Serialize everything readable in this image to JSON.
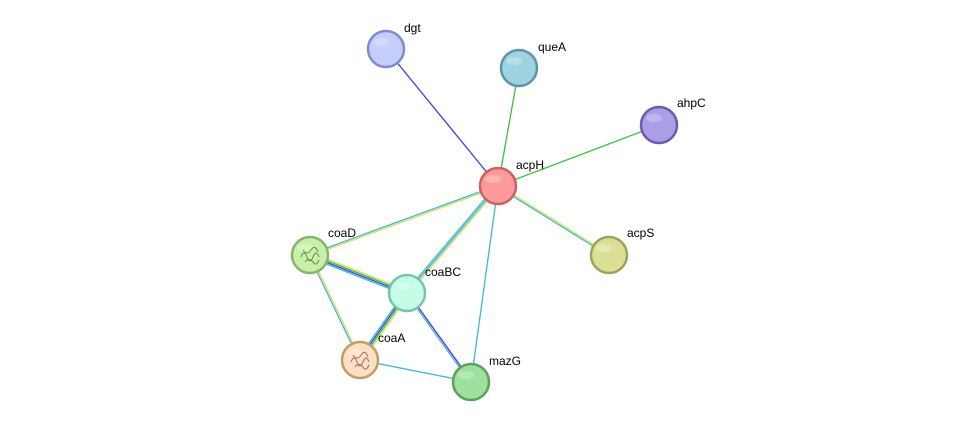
{
  "network": {
    "nodes": [
      {
        "id": "acpH",
        "label": "acpH",
        "fill": "#ff9a9a",
        "stroke": "#c96363",
        "center": true
      },
      {
        "id": "dgt",
        "label": "dgt",
        "fill": "#c4cdfc",
        "stroke": "#7e8ccc"
      },
      {
        "id": "queA",
        "label": "queA",
        "fill": "#9ed4e2",
        "stroke": "#5c95a8"
      },
      {
        "id": "ahpC",
        "label": "ahpC",
        "fill": "#ab9de6",
        "stroke": "#6b5aae"
      },
      {
        "id": "acpS",
        "label": "acpS",
        "fill": "#dce096",
        "stroke": "#9da25c"
      },
      {
        "id": "coaD",
        "label": "coaD",
        "fill": "#c8f0a8",
        "stroke": "#86b46c",
        "icon": "protein-structure-icon"
      },
      {
        "id": "coaBC",
        "label": "coaBC",
        "fill": "#c4fce6",
        "stroke": "#7ec0a8"
      },
      {
        "id": "coaA",
        "label": "coaA",
        "fill": "#fce0c2",
        "stroke": "#c49a6c",
        "icon": "protein-structure-icon"
      },
      {
        "id": "mazG",
        "label": "mazG",
        "fill": "#9ee09e",
        "stroke": "#5ca05c"
      }
    ],
    "edges": [
      {
        "from": "acpH",
        "to": "dgt",
        "colors": [
          "#3d3de0"
        ]
      },
      {
        "from": "acpH",
        "to": "queA",
        "colors": [
          "#3cbf3c"
        ]
      },
      {
        "from": "acpH",
        "to": "ahpC",
        "colors": [
          "#3cbf3c"
        ]
      },
      {
        "from": "acpH",
        "to": "acpS",
        "colors": [
          "#d4e05a",
          "#44b6d0"
        ]
      },
      {
        "from": "acpH",
        "to": "coaD",
        "colors": [
          "#d4e05a",
          "#44b6d0"
        ]
      },
      {
        "from": "acpH",
        "to": "coaBC",
        "colors": [
          "#d4e05a",
          "#44b6d0",
          "#44b6d0"
        ]
      },
      {
        "from": "acpH",
        "to": "mazG",
        "colors": [
          "#44b6d0"
        ]
      },
      {
        "from": "coaD",
        "to": "coaBC",
        "colors": [
          "#d4e05a",
          "#3cbf3c",
          "#3d3de0",
          "#44b6d0"
        ]
      },
      {
        "from": "coaD",
        "to": "coaA",
        "colors": [
          "#d4e05a",
          "#44b6d0"
        ]
      },
      {
        "from": "coaBC",
        "to": "coaA",
        "colors": [
          "#d4e05a",
          "#3cbf3c",
          "#3d3de0",
          "#44b6d0"
        ]
      },
      {
        "from": "coaBC",
        "to": "mazG",
        "colors": [
          "#3d3de0",
          "#44b6d0"
        ]
      },
      {
        "from": "coaA",
        "to": "mazG",
        "colors": [
          "#44b6d0"
        ]
      }
    ]
  }
}
